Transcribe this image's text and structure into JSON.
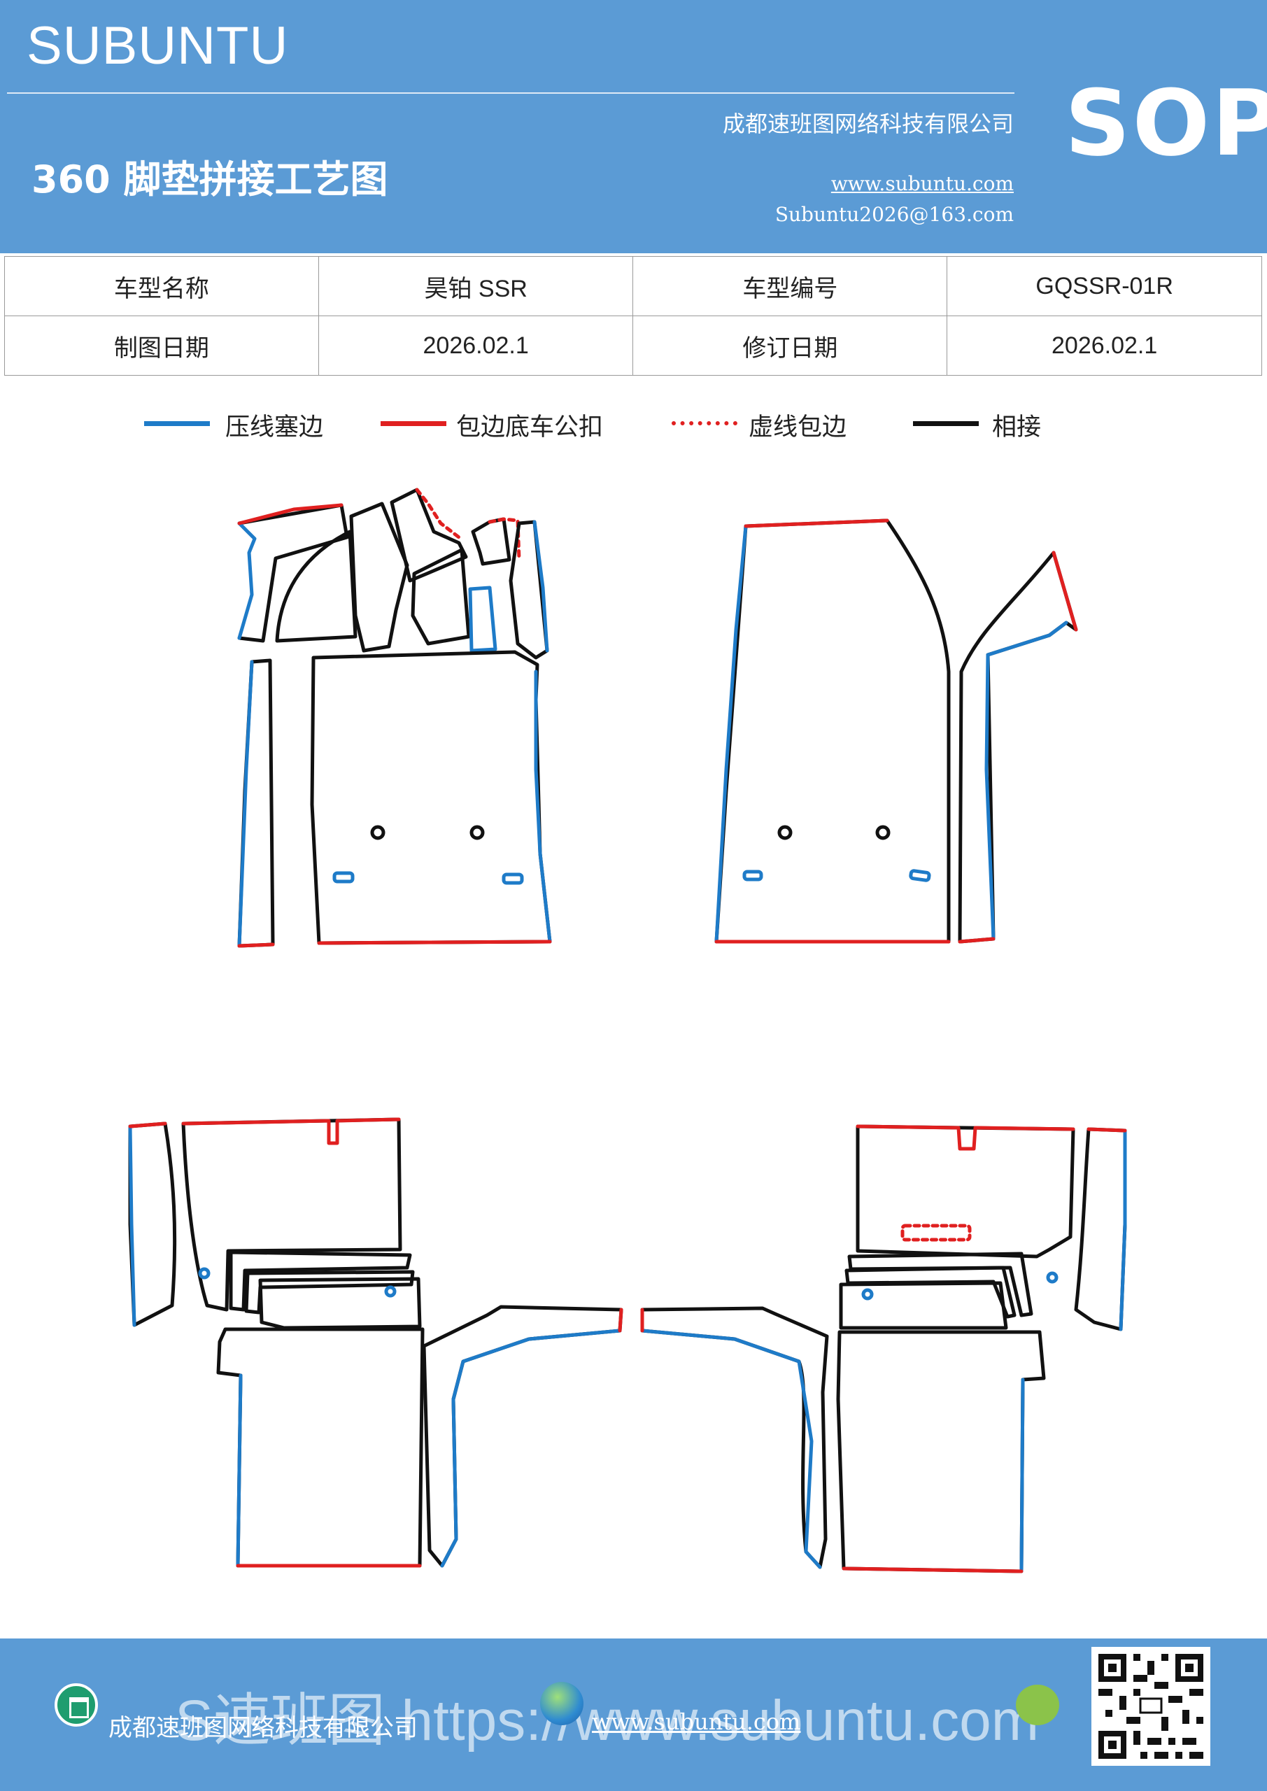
{
  "header": {
    "brand": "SUBUNTU",
    "title": "360 脚垫拼接工艺图",
    "company": "成都速班图网络科技有限公司",
    "website": "www.subuntu.com",
    "email": "Subuntu2026@163.com",
    "badge": "SOP",
    "background_color": "#5b9bd5"
  },
  "info_table": {
    "rows": [
      [
        {
          "label": "车型名称"
        },
        {
          "value": "昊铂 SSR"
        },
        {
          "label": "车型编号"
        },
        {
          "value": "GQSSR-01R"
        }
      ],
      [
        {
          "label": "制图日期"
        },
        {
          "value": "2026.02.1"
        },
        {
          "label": "修订日期"
        },
        {
          "value": "2026.02.1"
        }
      ]
    ]
  },
  "legend": {
    "items": [
      {
        "label": "压线塞边",
        "color": "#1e7bc8",
        "style": "solid"
      },
      {
        "label": "包边底车公扣",
        "color": "#e02020",
        "style": "solid"
      },
      {
        "label": "虚线包边",
        "color": "#e02020",
        "style": "dotted"
      },
      {
        "label": "相接",
        "color": "#111111",
        "style": "solid"
      }
    ]
  },
  "footer": {
    "company": "成都速班图网络科技有限公司",
    "website": "www.subuntu.com",
    "watermark": "S速班图 https://www.subuntu.com",
    "icons": [
      "building-icon",
      "globe-icon",
      "wechat-icon",
      "qr-code"
    ]
  }
}
